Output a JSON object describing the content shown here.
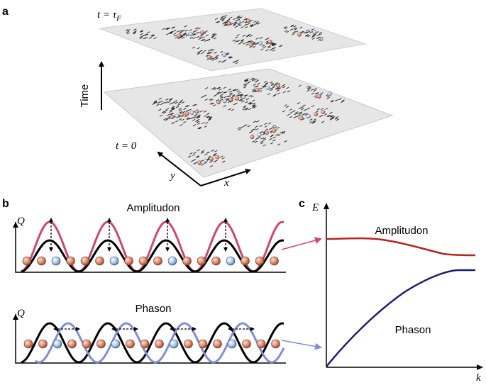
{
  "panels": {
    "a": {
      "label": "a",
      "top_plane_time": "t = τ",
      "top_plane_sub": "F",
      "bottom_plane_time": "t = 0",
      "time_axis": "Time",
      "axis_x": "x",
      "axis_y": "y"
    },
    "b": {
      "label": "b",
      "q_label": "Q",
      "amplitudon_title": "Amplitudon",
      "phason_title": "Phason"
    },
    "c": {
      "label": "c",
      "y_axis": "E",
      "x_axis": "k",
      "amplitudon_label": "Amplitudon",
      "phason_label": "Phason"
    }
  },
  "colors": {
    "amplitudon": "#c0392b",
    "phason": "#1c1c6e",
    "amplitude_wave": "#c94a6a",
    "phase_wave": "#7f8fd0",
    "ion_red": "#e07a5f",
    "ion_blue": "#9ec5ef",
    "plane": "#e4e4e4"
  }
}
